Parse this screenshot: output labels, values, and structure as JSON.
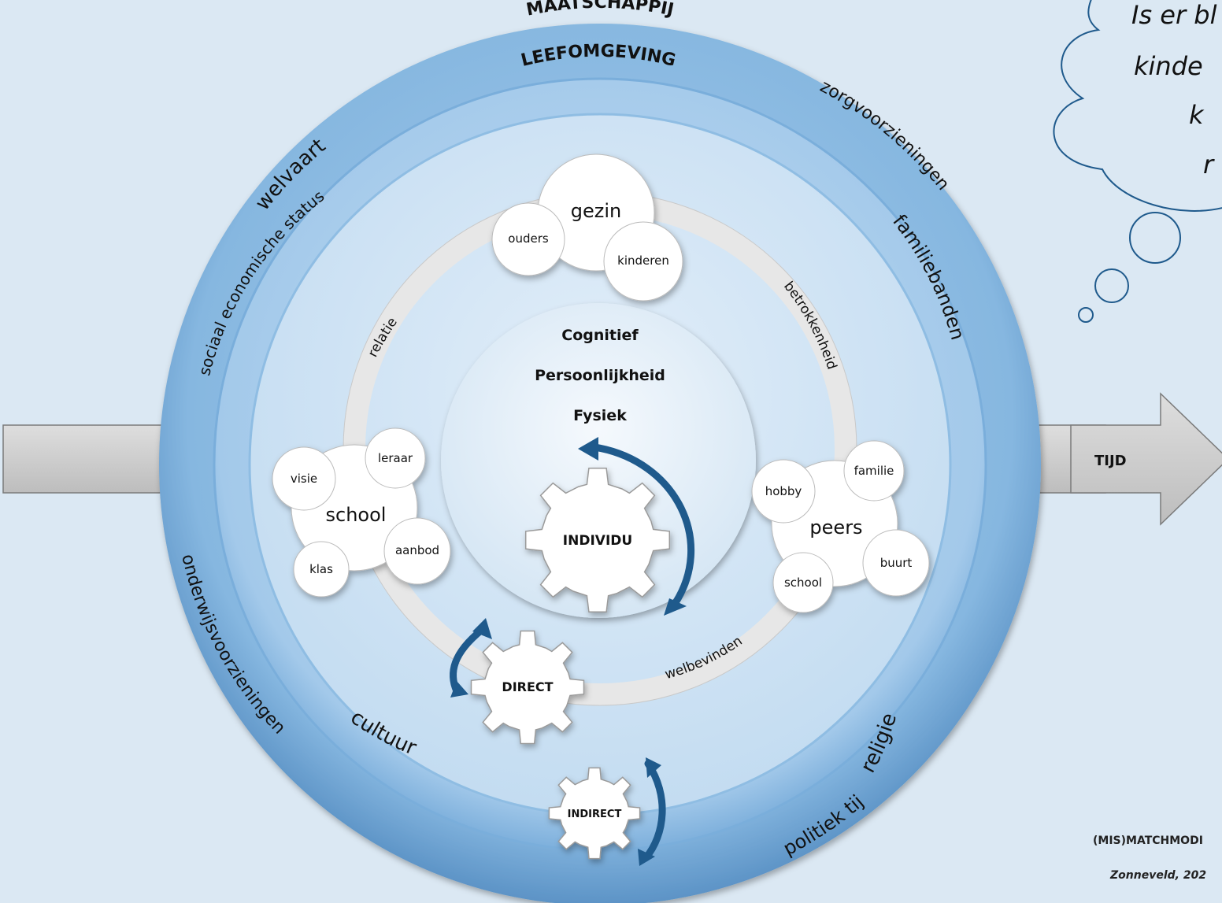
{
  "outer_rings": {
    "maatschappij": "MAATSCHAPPIJ",
    "leefomgeving": "LEEFOMGEVING"
  },
  "ring_labels": {
    "welvaart": "welvaart",
    "sociaal_economische_status": "sociaal economische status",
    "zorgvoorzieningen": "zorgvoorzieningen",
    "familiebanden": "familiebanden",
    "onderwijsvoorzieningen": "onderwijsvoorzieningen",
    "cultuur": "cultuur",
    "religie": "religie",
    "politiek_tij": "politiek tij"
  },
  "inner_ring": {
    "relatie": "relatie",
    "betrokkenheid": "betrokkenheid",
    "welbevinden": "welbevinden"
  },
  "center": {
    "lines": [
      "Cognitief",
      "Persoonlijkheid",
      "Fysiek"
    ]
  },
  "gears": {
    "individu": "INDIVIDU",
    "direct": "DIRECT",
    "indirect": "INDIRECT"
  },
  "clusters": {
    "gezin": {
      "main": "gezin",
      "subs": [
        "ouders",
        "kinderen"
      ]
    },
    "school": {
      "main": "school",
      "subs": [
        "visie",
        "leraar",
        "aanbod",
        "klas"
      ]
    },
    "peers": {
      "main": "peers",
      "subs": [
        "hobby",
        "familie",
        "buurt",
        "school"
      ]
    }
  },
  "tijd": "TIJD",
  "thought": {
    "lines": [
      "Is er bl",
      "kinde",
      "k",
      "r"
    ]
  },
  "credit": {
    "model": "(MIS)MATCHMODI",
    "author": "Zonneveld, 202"
  },
  "colors": {
    "background": "#dbe8f3",
    "ring_outer": "#7fb2dd",
    "ring_mid": "#a6cbea",
    "ring_inner": "#cde2f4",
    "arrow": "#1f5a8c"
  }
}
